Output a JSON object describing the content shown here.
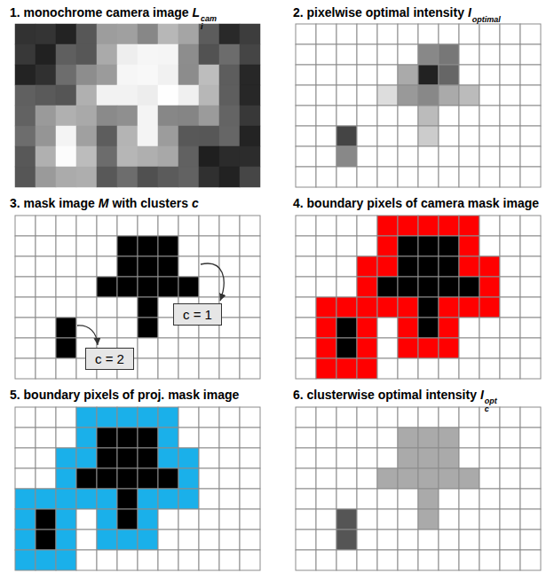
{
  "diagram": {
    "nodes": [
      {
        "text": [
          "c = 1"
        ]
      },
      {
        "text": [
          "c = 2"
        ]
      }
    ],
    "labels": [
      "1. monochrome camera image",
      "L",
      "i",
      "cam",
      "2. pixelwise optimal intensity",
      "I",
      "optimal",
      "3. mask image",
      "M",
      "with clusters",
      "c",
      "4. boundary pixels of camera mask image",
      "5. boundary pixels of proj. mask image",
      "6. clusterwise optimal intensity",
      "I",
      "c",
      "opt"
    ]
  }
}
